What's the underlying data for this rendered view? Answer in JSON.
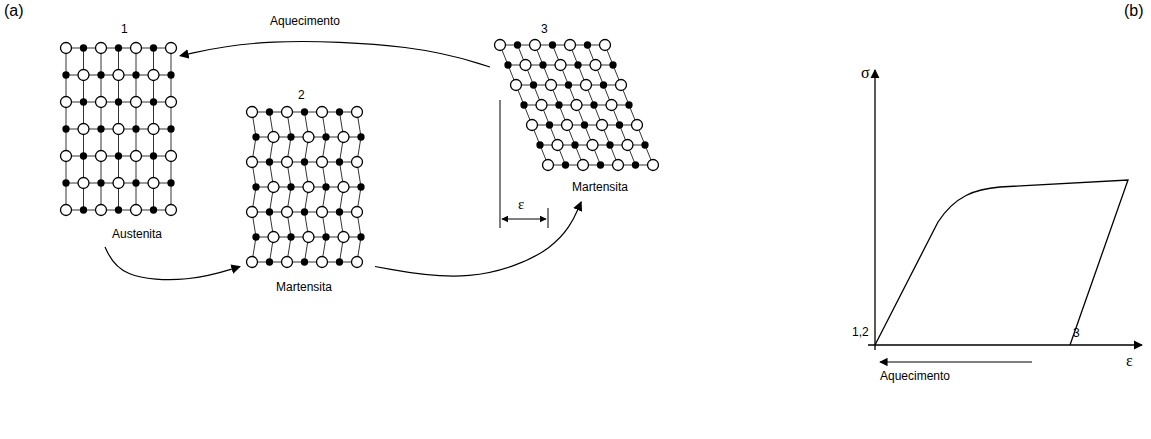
{
  "diagram": {
    "nodes": [
      {
        "text": [
          "1",
          "Austenita"
        ]
      },
      {
        "text": [
          "2",
          "Martensita"
        ]
      },
      {
        "text": [
          "3",
          "Martensita"
        ]
      }
    ],
    "edges": [
      {
        "from": 0,
        "to": 1,
        "arrow": "to"
      },
      {
        "from": 1,
        "to": 2,
        "arrow": "to"
      },
      {
        "from": 2,
        "to": 0,
        "label": "Aquecimento",
        "arrow": "to"
      }
    ],
    "labels": [
      "(a)",
      "(b)",
      "ε",
      "σ",
      "ε",
      "1,2",
      "3",
      "Aquecimento"
    ]
  }
}
